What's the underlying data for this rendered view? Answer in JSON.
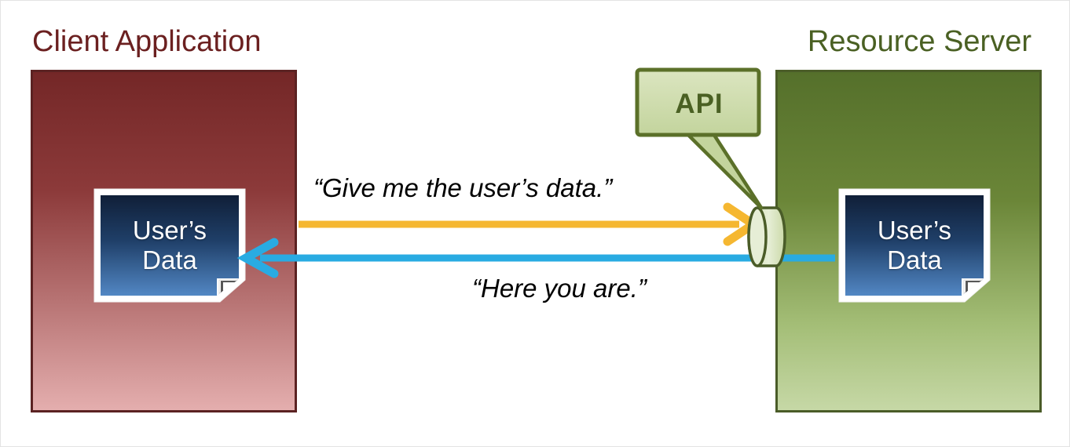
{
  "diagram": {
    "title_left": "Client Application",
    "title_right": "Resource Server",
    "panels": {
      "client": {
        "label": "Client Application",
        "accent": "#6b2020",
        "fill_top": "#742727",
        "fill_bottom": "#e4aeae",
        "border": "#5b2222"
      },
      "server": {
        "label": "Resource Server",
        "accent": "#4a6023",
        "fill_top": "#55702b",
        "fill_bottom": "#c6d8a6",
        "border": "#4a5c28"
      }
    },
    "cards": [
      {
        "id": "client-card",
        "line1": "User’s",
        "line2": "Data",
        "fill_top": "#12243f",
        "fill_bottom": "#4a7fbe",
        "border": "#ffffff"
      },
      {
        "id": "server-card",
        "line1": "User’s",
        "line2": "Data",
        "fill_top": "#12243f",
        "fill_bottom": "#4a7fbe",
        "border": "#ffffff"
      }
    ],
    "arrows": [
      {
        "id": "request-arrow",
        "caption": "“Give me the user’s data.”",
        "color": "#f5b731",
        "direction": "left-to-right",
        "from": "client-card",
        "to": "api-cylinder"
      },
      {
        "id": "response-arrow",
        "caption": "“Here you are.”",
        "color": "#29abe2",
        "direction": "right-to-left",
        "from": "server-card",
        "to": "client-card"
      }
    ],
    "callout": {
      "label": "API",
      "fill_top": "#d6e2b8",
      "fill_bottom": "#c2d39c",
      "border": "#5b7029",
      "text_color": "#4a6023"
    },
    "endpoint": {
      "name": "api-endpoint-cylinder",
      "fill": "#dbe5c2",
      "border": "#4a5c28"
    },
    "canvas": {
      "background": "#ffffff",
      "border": "#e3e3e3"
    }
  }
}
